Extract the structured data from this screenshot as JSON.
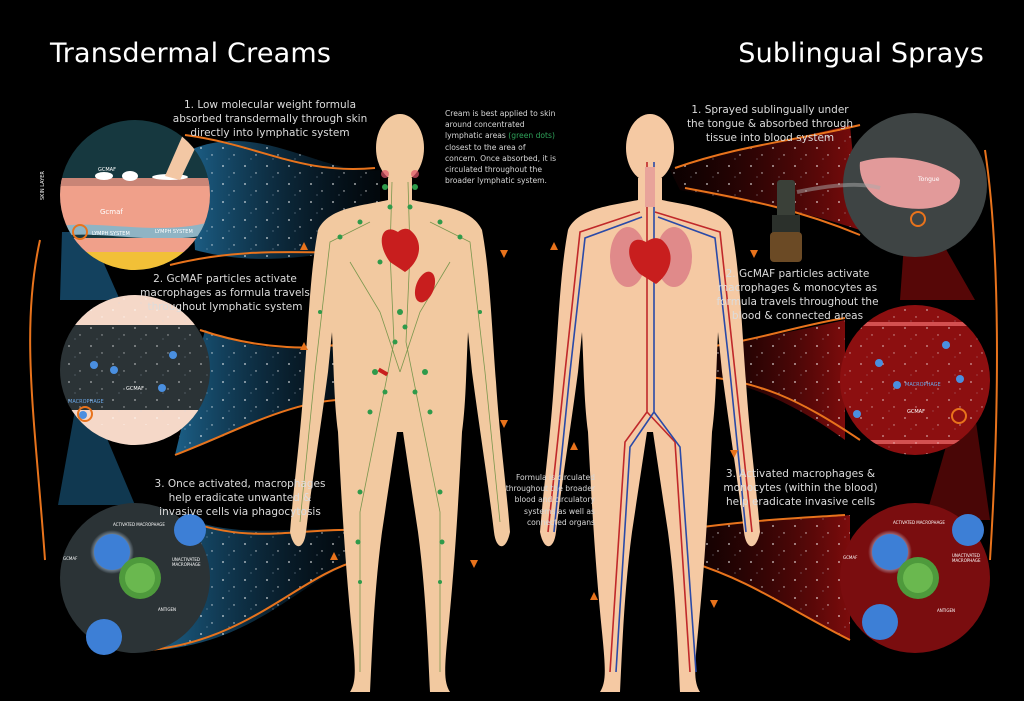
{
  "left": {
    "title": "Transdermal Creams",
    "step1": [
      "1. Low molecular weight formula",
      "absorbed transdermally through skin",
      "directly into lymphatic system"
    ],
    "note": {
      "before": "Cream is best applied to skin around concentrated lymphatic areas ",
      "highlight": "(green dots)",
      "after": " closest to the area of concern. Once absorbed, it is circulated throughout the broader lymphatic system."
    },
    "step2": [
      "2. GcMAF particles activate",
      "macrophages as formula travels",
      "throughout lymphatic system"
    ],
    "step3": [
      "3. Once activated, macrophages",
      "help eradicate unwanted &",
      "invasive cells via phagocytosis"
    ],
    "skin_labels": {
      "gcmaf_top": "Gcmaf",
      "gcmaf_mid": "Gcmaf",
      "skin_layer": "Skin Layer",
      "lymph1": "Lymph System",
      "lymph2": "Lymph System"
    },
    "lymph_labels": {
      "gcmaf": "GcMAF",
      "macrophage": "MACROPHAGE"
    },
    "cell_labels": {
      "activated": "ACTIVATED MACROPHAGE",
      "unactivated": "UNACTIVATED MACROPHAGE",
      "gcmaf": "GcMAF",
      "antigen": "ANTIGEN"
    }
  },
  "right": {
    "title": "Sublingual Sprays",
    "step1": [
      "1. Sprayed sublingually under",
      "the tongue & absorbed through",
      "tissue into blood system"
    ],
    "step2": [
      "2. GcMAF particles activate",
      "macrophages & monocytes as",
      "formula travels throughout the",
      "blood & connected areas"
    ],
    "step3": [
      "3. Activated macrophages &",
      "monocytes (within the blood)",
      "help eradicate invasive cells"
    ],
    "note": [
      "Formula is circulated",
      "throughout the broader",
      "blood and circulatory",
      "systems as well as",
      "connected organs"
    ],
    "tongue_label": "Tongue",
    "blood_labels": {
      "macrophage": "MACROPHAGE",
      "gcmaf": "Gcmaf"
    },
    "cell_labels": {
      "activated": "ACTIVATED MACROPHAGE",
      "unactivated": "UNACTIVATED MACROPHAGE",
      "gcmaf": "GcMAF",
      "antigen": "ANTIGEN"
    }
  },
  "colors": {
    "accent": "#e8731c",
    "lymph": "#2f9a4a",
    "skin": "#f2c9a0",
    "blue_glow": "#1b5d86",
    "red_glow": "#7a0a0a"
  }
}
